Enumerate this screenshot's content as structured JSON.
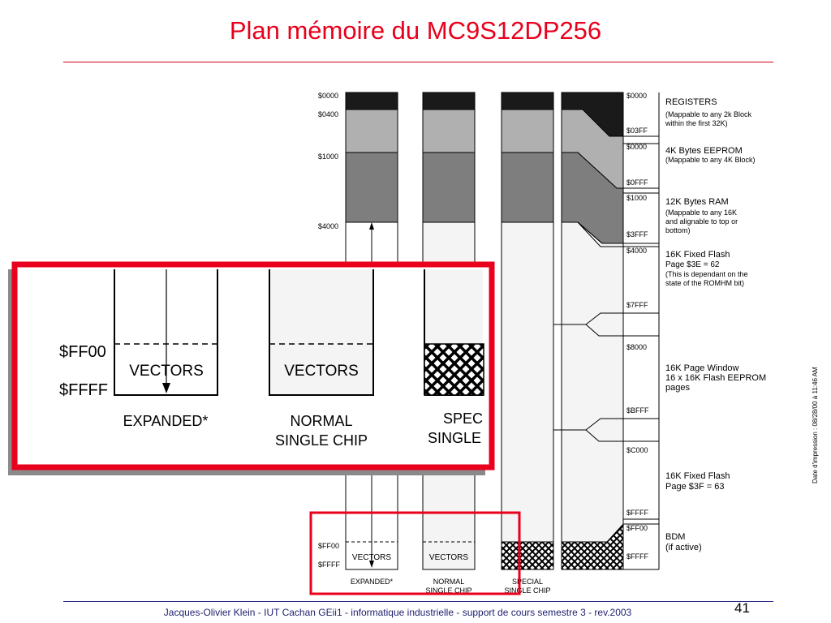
{
  "slide": {
    "title": "Plan mémoire du MC9S12DP256",
    "footer": "Jacques-Olivier Klein - IUT Cachan GEii1 - informatique industrielle - support de cours semestre 3 - rev.2003",
    "page_number": "41",
    "print_date": "Date d'impression : 08/28/00 à 11:46 AM"
  },
  "memory_map": {
    "left_addresses": [
      "$0000",
      "$0400",
      "$1000",
      "$4000",
      "$FF00",
      "$FFFF"
    ],
    "right_addresses": [
      "$0000",
      "$03FF",
      "$0000",
      "$0FFF",
      "$1000",
      "$3FFF",
      "$4000",
      "$7FFF",
      "$8000",
      "$BFFF",
      "$C000",
      "$FFFF",
      "$FF00",
      "$FFFF"
    ],
    "region_labels": [
      {
        "title": "REGISTERS",
        "detail": [
          "(Mappable to any 2k Block",
          "within the first 32K)"
        ]
      },
      {
        "title": "4K Bytes EEPROM",
        "detail": [
          "(Mappable to any 4K Block)"
        ]
      },
      {
        "title": "12K Bytes RAM",
        "detail": [
          "(Mappable to any 16K",
          "and alignable to top or",
          "bottom)"
        ]
      },
      {
        "title": "16K Fixed Flash",
        "detail": [
          "Page $3E = 62",
          "(This is dependant on the",
          "state of the ROMHM bit)"
        ]
      },
      {
        "title": "16K Page Window",
        "detail": [
          "16 x 16K Flash EEPROM",
          "pages"
        ]
      },
      {
        "title": "16K Fixed Flash",
        "detail": [
          "Page $3F = 63"
        ]
      },
      {
        "title": "BDM",
        "detail": [
          "(if active)"
        ]
      }
    ],
    "vectors_label": "VECTORS",
    "modes": [
      {
        "line1": "EXPANDED*",
        "line2": ""
      },
      {
        "line1": "NORMAL",
        "line2": "SINGLE CHIP"
      },
      {
        "line1": "SPECIAL",
        "line2": "SINGLE CHIP"
      }
    ]
  },
  "zoom": {
    "addresses": [
      "$FF00",
      "$FFFF"
    ],
    "vectors_label": "VECTORS",
    "modes": [
      {
        "line1": "EXPANDED*",
        "line2": ""
      },
      {
        "line1": "NORMAL",
        "line2": "SINGLE CHIP"
      },
      {
        "line1": "SPEC",
        "line2": "SINGLE"
      }
    ]
  },
  "colors": {
    "title": "#e8001c",
    "highlight_border": "#e8001c",
    "registers": "#1a1a1a",
    "eeprom": "#b0b0b0",
    "ram": "#7e7e7e",
    "flash": "#f4f4f4"
  }
}
